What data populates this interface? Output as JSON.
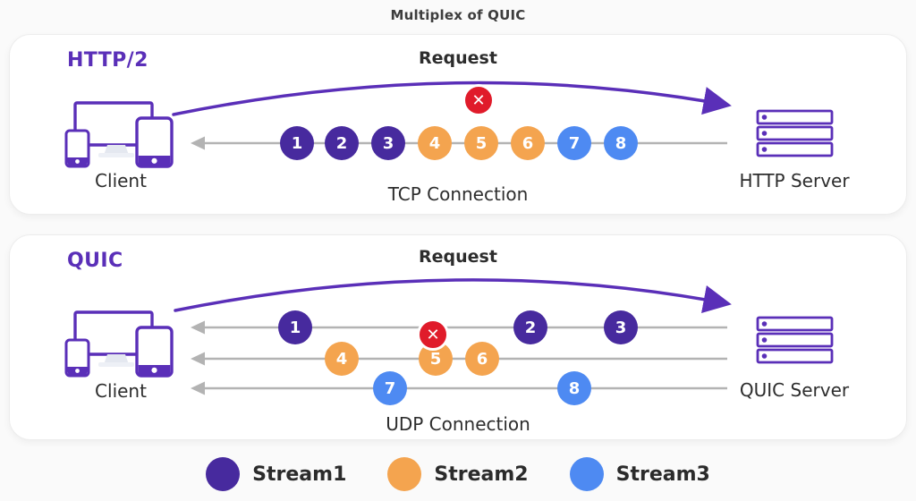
{
  "title": "Multiplex of QUIC",
  "colors": {
    "stream1": "#472a9e",
    "stream2": "#f4a44f",
    "stream3": "#4e8af2",
    "error": "#e01b2a",
    "accent": "#5a2fb8",
    "line": "#b3b3b3",
    "text": "#2d2d2d",
    "page_bg": "#fafafa",
    "panel_bg": "#ffffff"
  },
  "panels": [
    {
      "label": "HTTP/2",
      "request_label": "Request",
      "client_label": "Client",
      "server_label": "HTTP Server",
      "connection_label": "TCP Connection",
      "error_icon": "✕",
      "packets": [
        {
          "label": "1",
          "stream": 1
        },
        {
          "label": "2",
          "stream": 1
        },
        {
          "label": "3",
          "stream": 1
        },
        {
          "label": "4",
          "stream": 2
        },
        {
          "label": "5",
          "stream": 2
        },
        {
          "label": "6",
          "stream": 2
        },
        {
          "label": "7",
          "stream": 3
        },
        {
          "label": "8",
          "stream": 3
        }
      ]
    },
    {
      "label": "QUIC",
      "request_label": "Request",
      "client_label": "Client",
      "server_label": "QUIC Server",
      "connection_label": "UDP Connection",
      "error_icon": "✕",
      "packets": [
        {
          "label": "1",
          "stream": 1
        },
        {
          "label": "2",
          "stream": 1
        },
        {
          "label": "3",
          "stream": 1
        },
        {
          "label": "4",
          "stream": 2
        },
        {
          "label": "5",
          "stream": 2
        },
        {
          "label": "6",
          "stream": 2
        },
        {
          "label": "7",
          "stream": 3
        },
        {
          "label": "8",
          "stream": 3
        }
      ]
    }
  ],
  "legend": {
    "items": [
      {
        "label": "Stream1",
        "stream": 1
      },
      {
        "label": "Stream2",
        "stream": 2
      },
      {
        "label": "Stream3",
        "stream": 3
      }
    ]
  }
}
